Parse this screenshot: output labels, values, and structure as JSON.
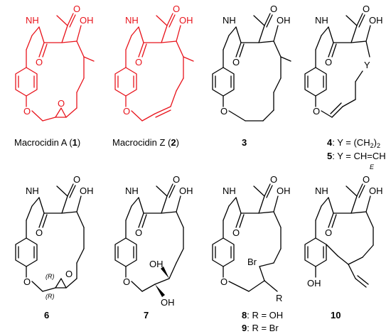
{
  "atoms": {
    "nh": "NH",
    "o": "O",
    "oh": "OH",
    "br": "Br",
    "r": "R",
    "y": "Y",
    "stereo_r": "(R)",
    "e_label": "E"
  },
  "captions": {
    "c1_name": "Macrocidin A (",
    "c1_num": "1",
    "c1_close": ")",
    "c2_name": "Macrocidin Z (",
    "c2_num": "2",
    "c2_close": ")",
    "c3": "3",
    "c4_num": "4",
    "c4_text": ": Y = (CH",
    "c4_sub": "2",
    "c4_end": ")",
    "c4_sub2": "2",
    "c5_num": "5",
    "c5_text": ": Y = CH=CH",
    "c6": "6",
    "c7": "7",
    "c8_num": "8",
    "c8_text": ": R = OH",
    "c9_num": "9",
    "c9_text": ": R = Br",
    "c10": "10"
  },
  "colors": {
    "highlight": "#e8141c",
    "default": "#000000"
  }
}
